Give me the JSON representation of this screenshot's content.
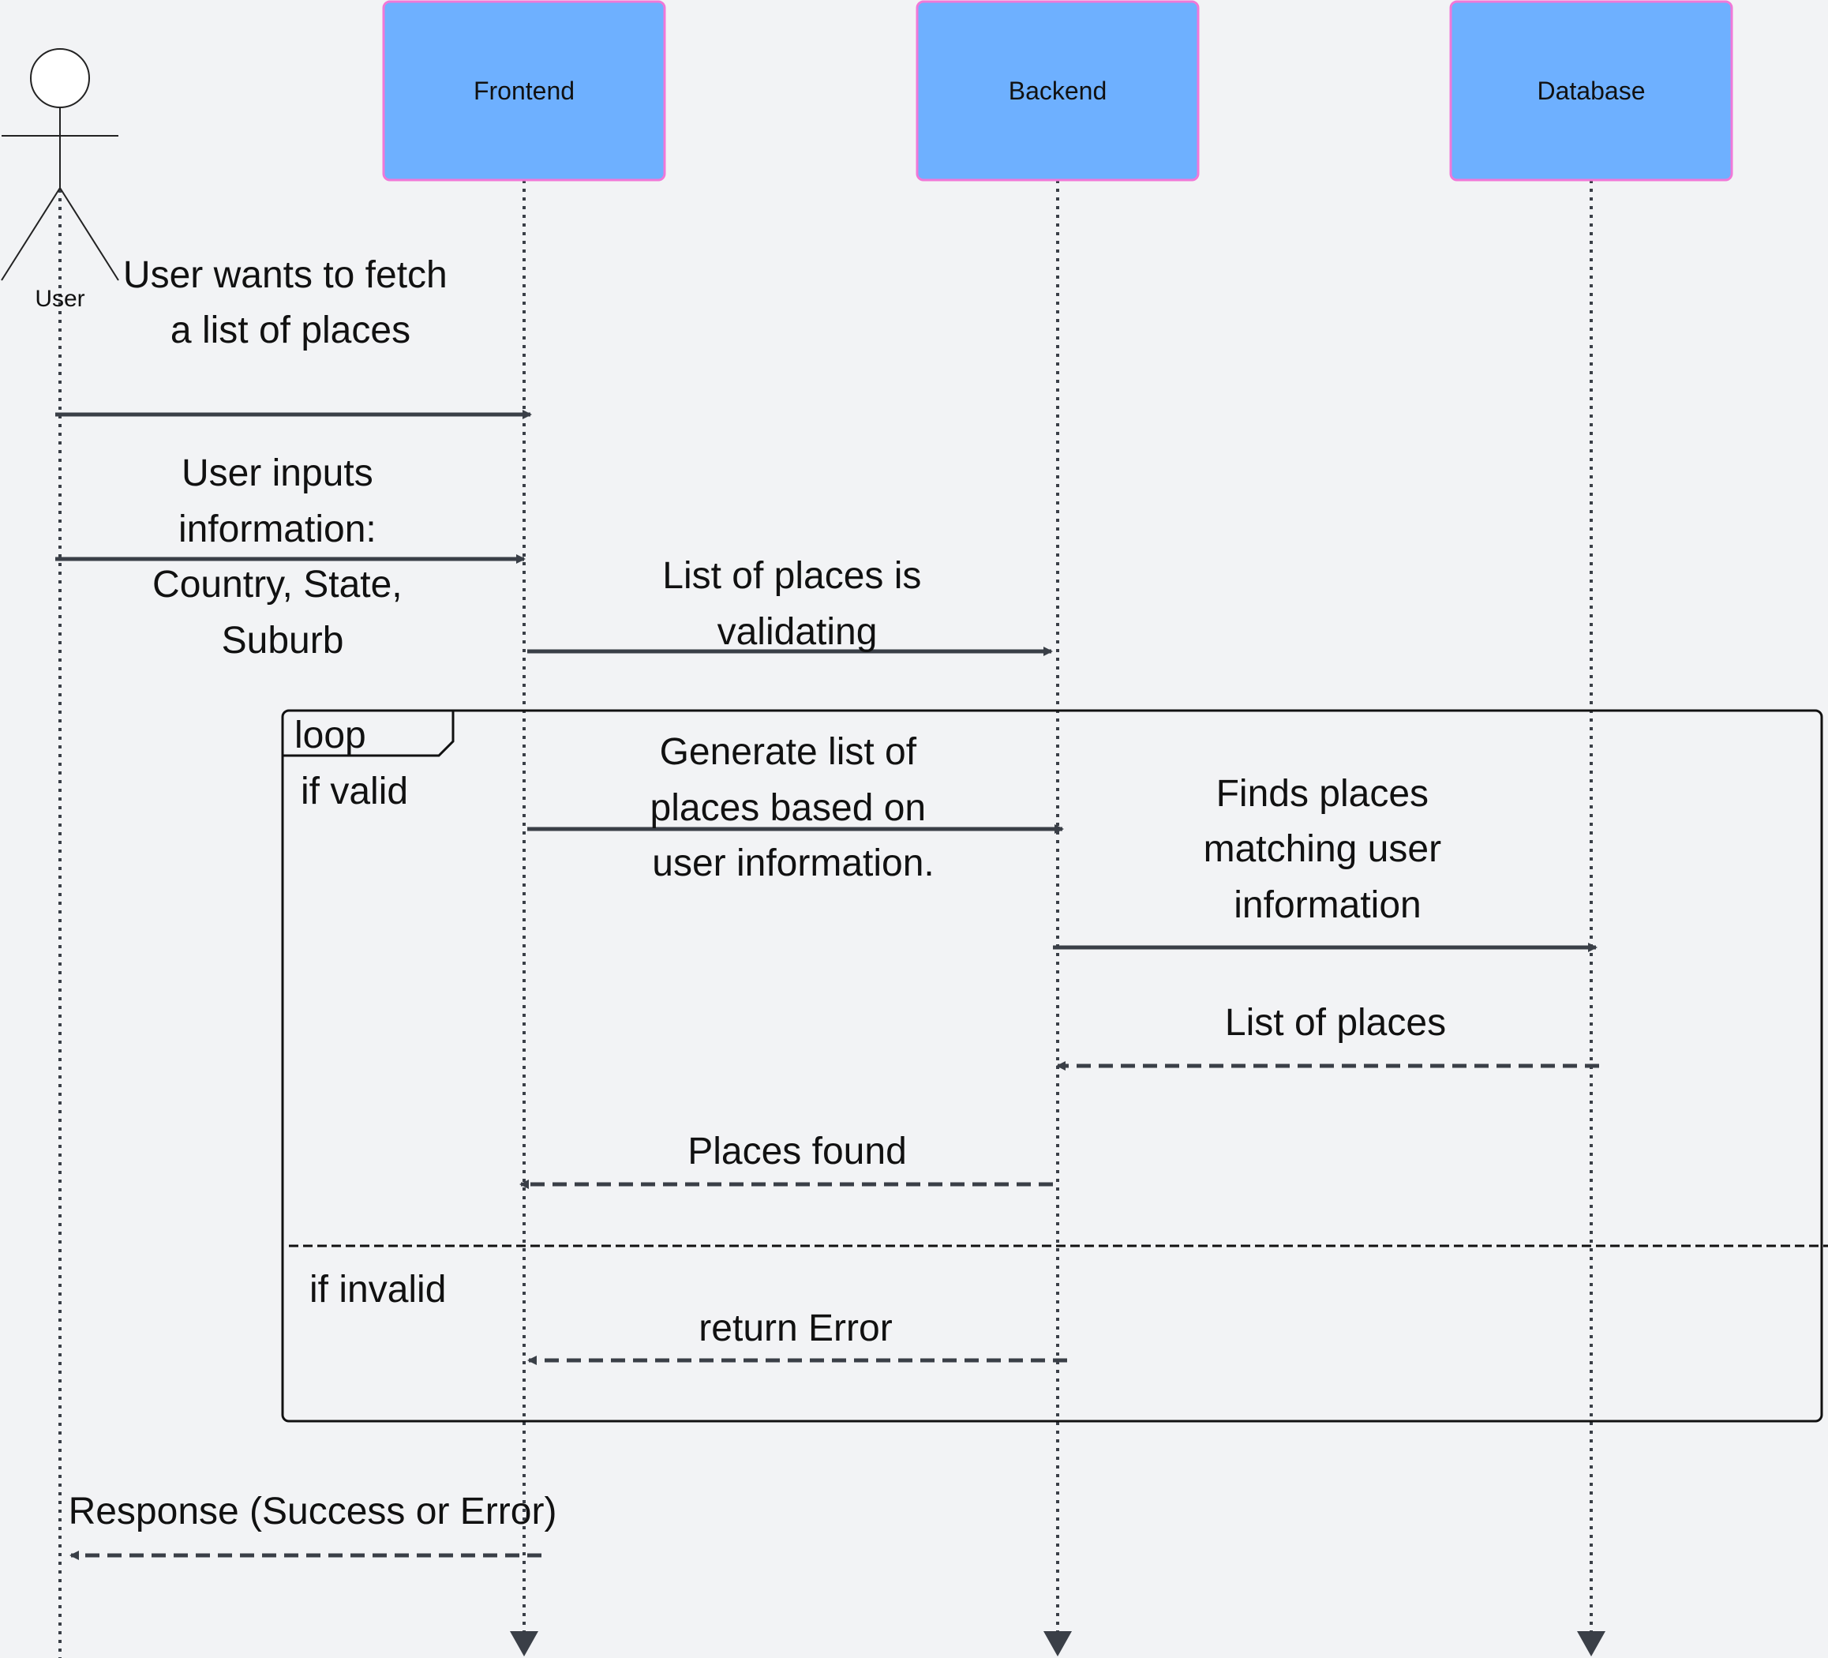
{
  "diagram": {
    "type": "sequence",
    "actor": {
      "label": "User"
    },
    "participants": [
      {
        "id": "frontend",
        "label": "Frontend"
      },
      {
        "id": "backend",
        "label": "Backend"
      },
      {
        "id": "database",
        "label": "Database"
      }
    ],
    "messages": [
      {
        "id": "m1",
        "from": "user",
        "to": "frontend",
        "style": "solid",
        "lines": [
          "User wants to fetch",
          "a list of places"
        ]
      },
      {
        "id": "m2",
        "from": "user",
        "to": "frontend",
        "style": "solid",
        "lines": [
          "User inputs",
          "information:",
          "Country, State,",
          "Suburb"
        ]
      },
      {
        "id": "m3",
        "from": "frontend",
        "to": "backend",
        "style": "solid",
        "lines": [
          "List of places is",
          "validating"
        ]
      },
      {
        "id": "m4",
        "from": "frontend",
        "to": "backend",
        "style": "solid",
        "lines": [
          "Generate list of",
          "places based on",
          "user information."
        ]
      },
      {
        "id": "m5",
        "from": "backend",
        "to": "database",
        "style": "solid",
        "lines": [
          "Finds places",
          "matching user",
          "information"
        ]
      },
      {
        "id": "m6",
        "from": "database",
        "to": "backend",
        "style": "dashed",
        "lines": [
          "List of places"
        ]
      },
      {
        "id": "m7",
        "from": "backend",
        "to": "frontend",
        "style": "dashed",
        "lines": [
          "Places found"
        ]
      },
      {
        "id": "m8",
        "from": "backend",
        "to": "frontend",
        "style": "dashed",
        "lines": [
          "return Error"
        ]
      },
      {
        "id": "m9",
        "from": "frontend",
        "to": "user",
        "style": "dashed",
        "lines": [
          "Response (Success or Error)"
        ]
      }
    ],
    "loop": {
      "label": "loop",
      "guards": [
        "if valid",
        "if invalid"
      ]
    }
  },
  "colors": {
    "background": "#f2f3f5",
    "participant_fill": "#6eb0ff",
    "participant_border": "#f078d8",
    "arrow": "#3a3f47",
    "lifeline": "#3a3f47",
    "frame": "#111111"
  }
}
